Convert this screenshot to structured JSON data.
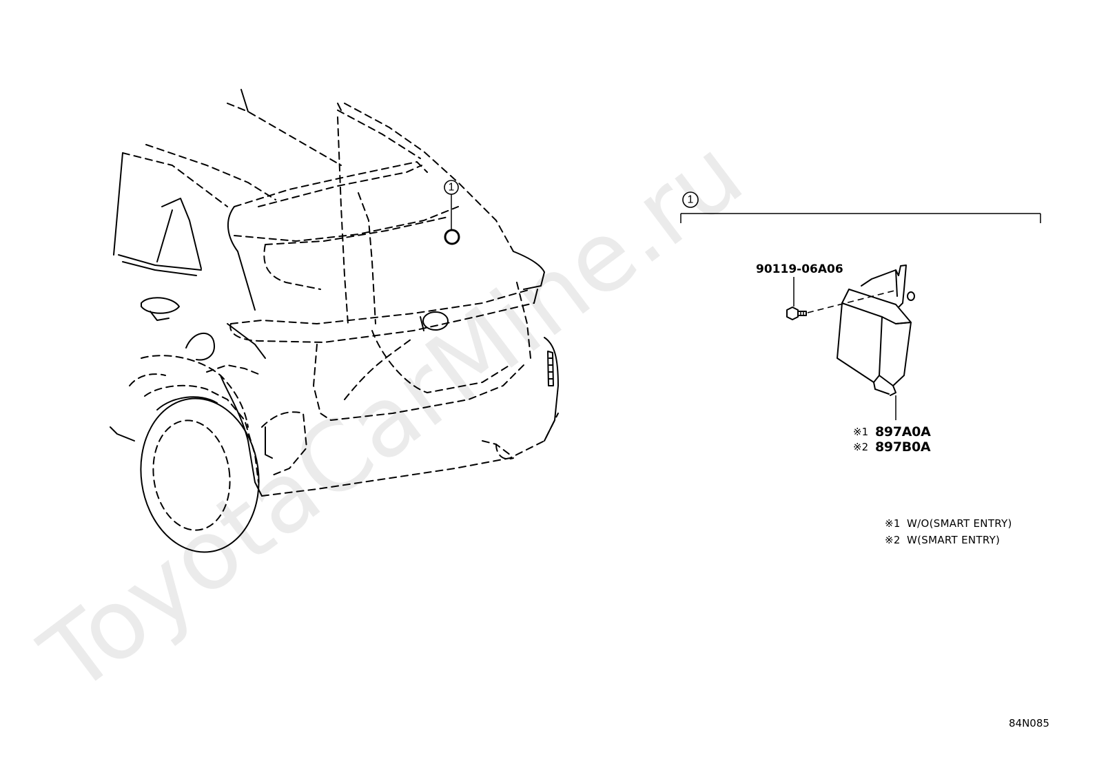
{
  "watermark": "ToyotaCarMine.ru",
  "callouts": {
    "car_ref": "1",
    "group_ref": "1"
  },
  "parts": {
    "bolt_number": "90119-06A06",
    "module": [
      {
        "marker": "※1",
        "number": "897A0A"
      },
      {
        "marker": "※2",
        "number": "897B0A"
      }
    ]
  },
  "notes": [
    {
      "marker": "※1",
      "text": "W/O(SMART ENTRY)"
    },
    {
      "marker": "※2",
      "text": "W(SMART ENTRY)"
    }
  ],
  "diagram_code": "84N085"
}
